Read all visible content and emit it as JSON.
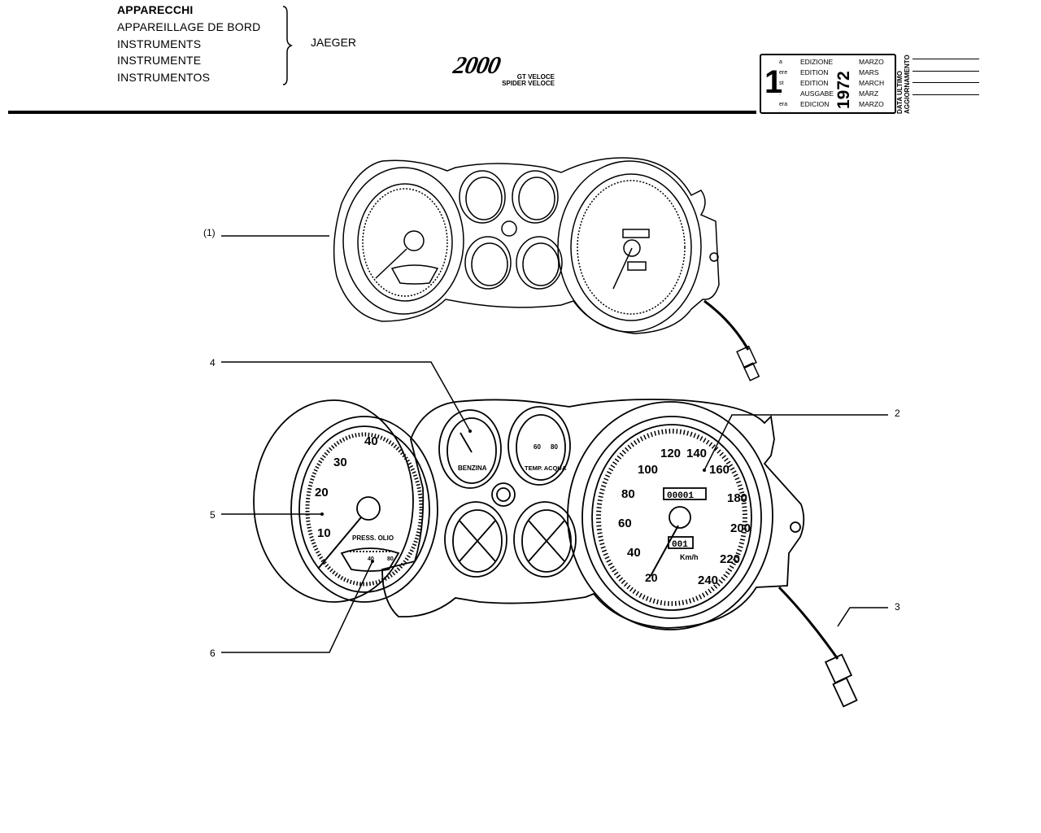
{
  "header": {
    "names": [
      "APPARECCHI",
      "APPAREILLAGE DE BORD",
      "INSTRUMENTS",
      "INSTRUMENTE",
      "INSTRUMENTOS"
    ],
    "manufacturer": "JAEGER",
    "model_logo": "2000",
    "model_variants": [
      "GT VELOCE",
      "SPIDER VELOCE"
    ]
  },
  "edition_box": {
    "number": "1",
    "suffixes": [
      "a",
      "ere",
      "st",
      ".",
      "era"
    ],
    "labels": [
      "EDIZIONE",
      "EDITION",
      "EDITION",
      "AUSGABE",
      "EDICION"
    ],
    "months": [
      "MARZO",
      "MARS",
      "MARCH",
      "MÄRZ",
      "MARZO"
    ],
    "year": "1972",
    "update_label": [
      "DATA ULTIMO",
      "AGGIORNAMENTO"
    ]
  },
  "callouts": [
    {
      "label": "(1)",
      "part": "instrument cluster assembly"
    },
    {
      "label": "2",
      "part": "speedometer"
    },
    {
      "label": "3",
      "part": "speedometer cable"
    },
    {
      "label": "4",
      "part": "fuel gauge"
    },
    {
      "label": "5",
      "part": "tachometer"
    },
    {
      "label": "6",
      "part": "oil pressure gauge"
    }
  ],
  "gauges": {
    "tachometer_ticks": [
      "10",
      "20",
      "30",
      "40"
    ],
    "oil_labels": [
      "PRESS. OLIO",
      "40",
      "80"
    ],
    "fuel_label": "BENZINA",
    "water_label": "TEMP. ACQUA",
    "water_ticks": [
      "60",
      "80"
    ],
    "speedo_ticks": [
      "20",
      "40",
      "60",
      "80",
      "100",
      "120",
      "140",
      "160",
      "180",
      "200",
      "220",
      "240"
    ],
    "speedo_unit": "Km/h",
    "odometer": "00001",
    "trip": "001"
  },
  "colors": {
    "ink": "#000000",
    "paper": "#ffffff"
  }
}
